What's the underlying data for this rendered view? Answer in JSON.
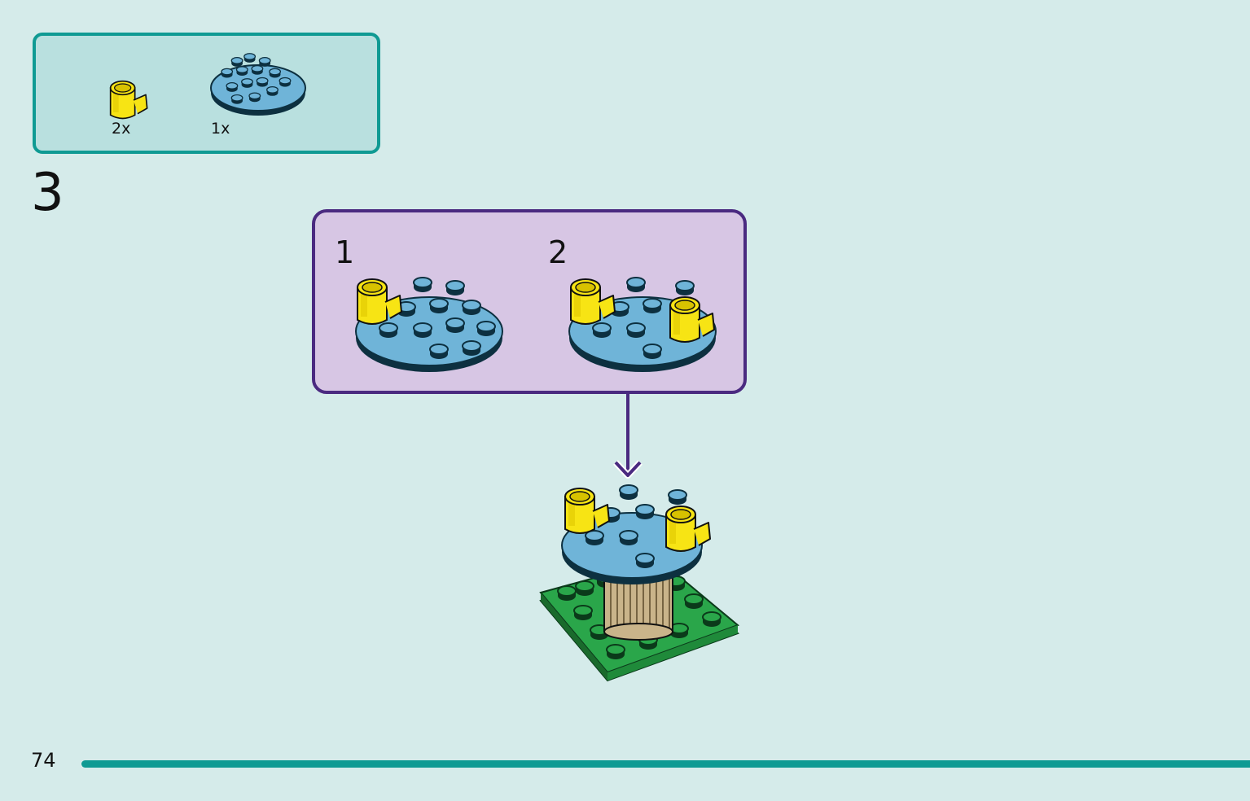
{
  "parts_list": {
    "items": [
      {
        "icon": "yellow-cup-brick-icon",
        "quantity": "2x",
        "color": "#f7e414"
      },
      {
        "icon": "blue-round-plate-icon",
        "quantity": "1x",
        "color": "#6fb4d8"
      }
    ]
  },
  "step": {
    "number": "3"
  },
  "sub_steps": [
    {
      "number": "1"
    },
    {
      "number": "2"
    }
  ],
  "page": {
    "number": "74"
  },
  "colors": {
    "background": "#d5ebea",
    "accent_teal": "#0f9a93",
    "sub_box_border": "#4a2a80",
    "sub_box_fill": "#d7c6e4",
    "plate_blue": "#6fb4d8",
    "yellow": "#f7e414",
    "green": "#2aa64a",
    "tan": "#c9b48a"
  }
}
